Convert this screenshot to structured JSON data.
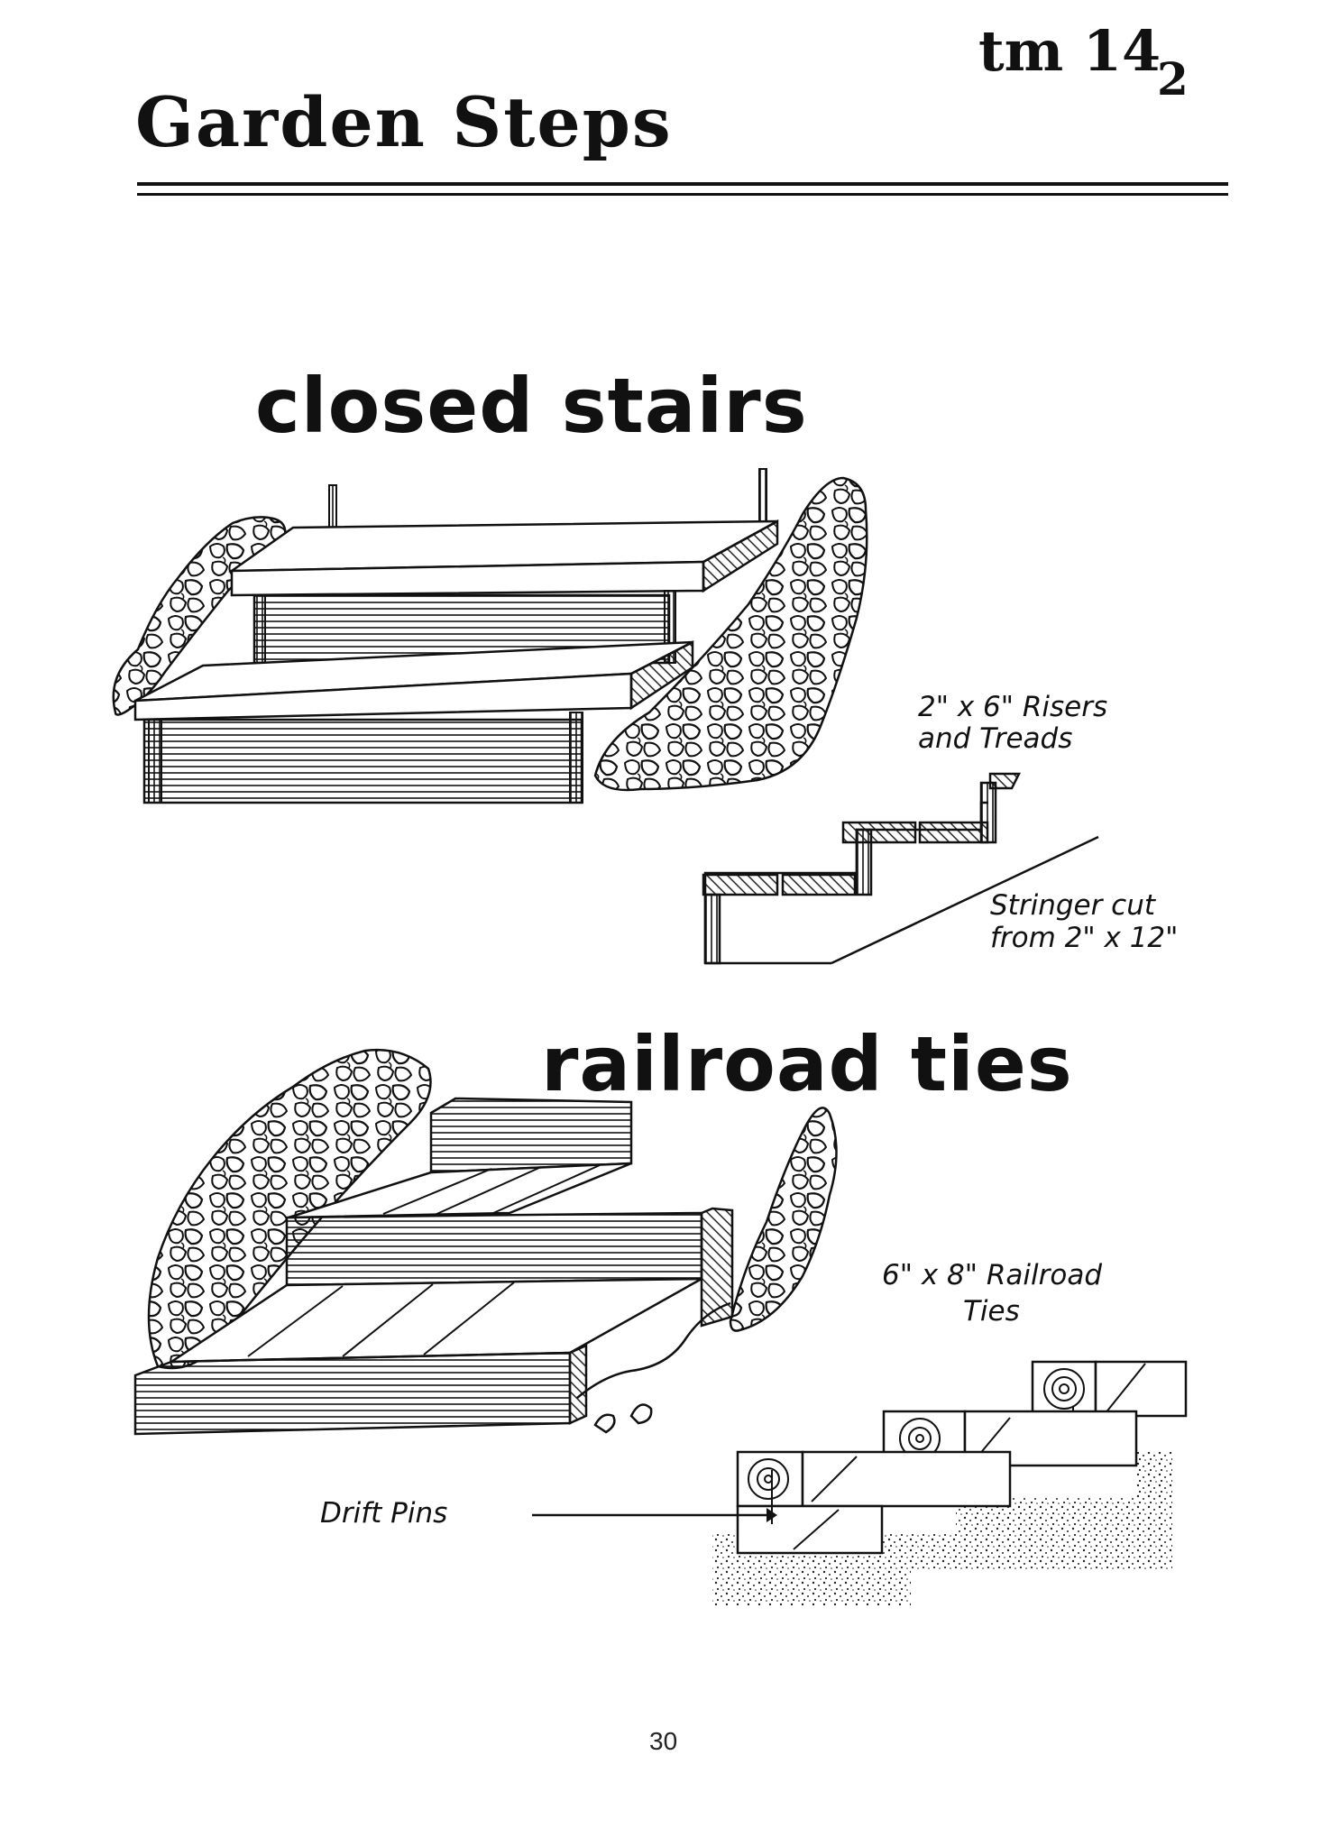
{
  "header": {
    "title": "Garden Steps",
    "code": "tm 14",
    "code_subscript": "2"
  },
  "closed_stairs": {
    "heading": "closed stairs",
    "label_risers_line1": "2\" x 6\" Risers",
    "label_risers_line2": "and Treads",
    "label_stringer_line1": "Stringer cut",
    "label_stringer_line2": "from 2\" x 12\""
  },
  "railroad_ties": {
    "heading": "railroad ties",
    "label_ties_line1": "6\" x 8\" Railroad",
    "label_ties_line2": "Ties",
    "label_drift_pins": "Drift Pins"
  },
  "footer": {
    "page_number": "30"
  }
}
